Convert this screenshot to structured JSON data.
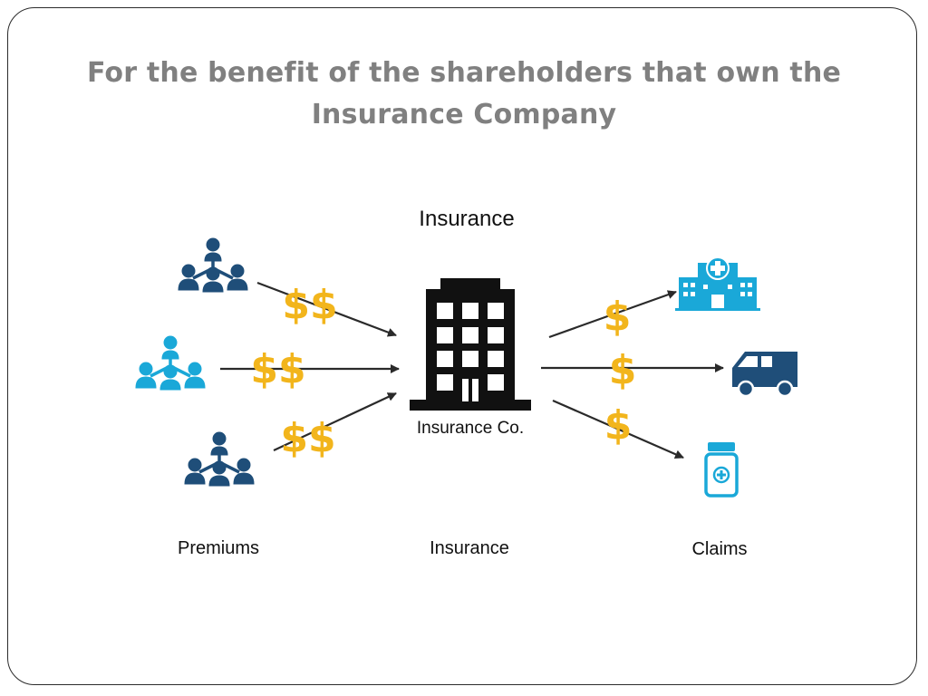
{
  "slide": {
    "title_line1": "For the benefit of the shareholders that own the",
    "title_line2": "Insurance Company"
  },
  "diagram": {
    "header_label": "Insurance",
    "company_label": "Insurance Co.",
    "premiums_label": "Premiums",
    "insurance_label": "Insurance",
    "claims_label": "Claims",
    "premium_symbol": "$$",
    "claim_symbol": "$",
    "colors": {
      "navy": "#1f4e79",
      "cyan": "#1aa8d8",
      "gold": "#f2b51c",
      "building": "#111111",
      "arrow": "#2a2a2a"
    },
    "icons": {
      "policyholders": "people-network-icon",
      "company": "office-building-icon",
      "hospital": "hospital-icon",
      "ambulance": "ambulance-van-icon",
      "medicine": "medicine-bottle-icon"
    }
  }
}
